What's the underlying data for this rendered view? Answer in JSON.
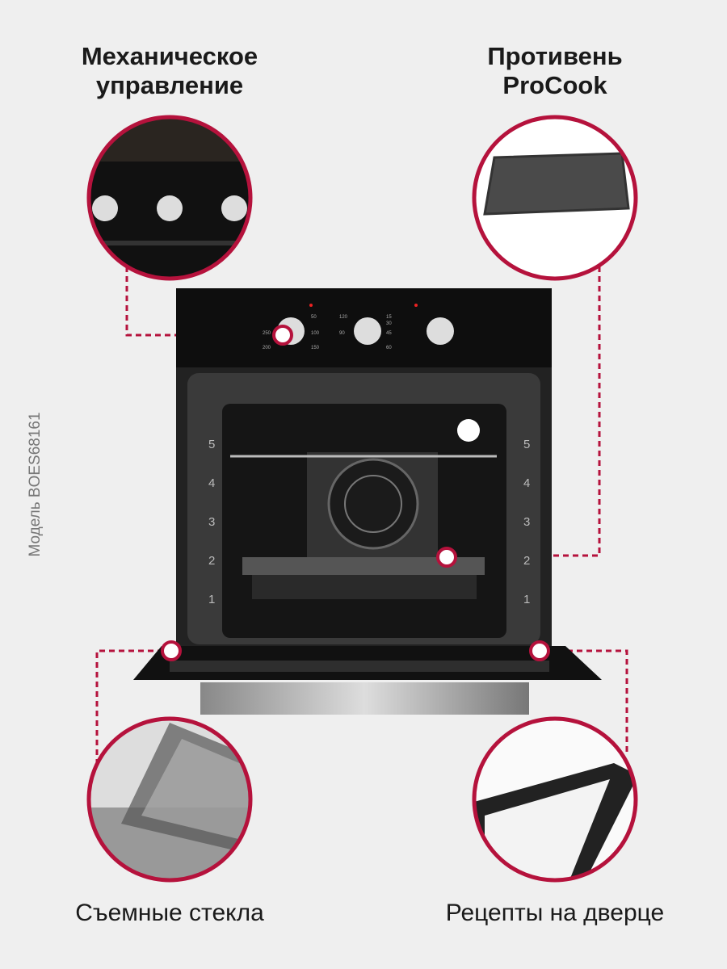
{
  "features": [
    {
      "id": "mechanical-control",
      "title_line1": "Механическое",
      "title_line2": "управление"
    },
    {
      "id": "procook-tray",
      "title_line1": "Противень",
      "title_line2": "ProCook"
    },
    {
      "id": "removable-glass",
      "title": "Съемные стекла"
    },
    {
      "id": "door-recipes",
      "title": "Рецепты на дверце"
    }
  ],
  "model_label": "Модель BOES68161",
  "oven": {
    "shelf_levels": [
      "5",
      "4",
      "3",
      "2",
      "1"
    ],
    "temp_marks": [
      "50",
      "100",
      "150",
      "200",
      "250"
    ],
    "timer_marks": [
      "15",
      "30",
      "45",
      "60",
      "90",
      "120"
    ]
  },
  "colors": {
    "accent": "#b5123c",
    "background": "#efefef",
    "oven_black": "#111111"
  }
}
